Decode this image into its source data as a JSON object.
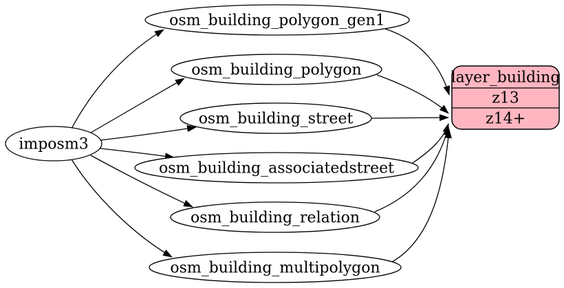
{
  "diagram": {
    "type": "graphviz-digraph",
    "background": "#ffffff",
    "colors": {
      "node_fill": "#ffffff",
      "node_stroke": "#000000",
      "edge": "#000000",
      "record_fill": "#ffb6c1",
      "text": "#000000"
    },
    "source_node": {
      "label": "imposm3"
    },
    "tables": [
      {
        "label": "osm_building_polygon_gen1"
      },
      {
        "label": "osm_building_polygon"
      },
      {
        "label": "osm_building_street"
      },
      {
        "label": "osm_building_associatedstreet"
      },
      {
        "label": "osm_building_relation"
      },
      {
        "label": "osm_building_multipolygon"
      }
    ],
    "layer_node": {
      "title": "layer_building",
      "rows": [
        {
          "label": "z13"
        },
        {
          "label": "z14+"
        }
      ]
    },
    "edges": [
      {
        "from": "imposm3",
        "to": "osm_building_polygon_gen1"
      },
      {
        "from": "imposm3",
        "to": "osm_building_polygon"
      },
      {
        "from": "imposm3",
        "to": "osm_building_street"
      },
      {
        "from": "imposm3",
        "to": "osm_building_associatedstreet"
      },
      {
        "from": "imposm3",
        "to": "osm_building_relation"
      },
      {
        "from": "imposm3",
        "to": "osm_building_multipolygon"
      },
      {
        "from": "osm_building_polygon_gen1",
        "to": "layer_building.z13"
      },
      {
        "from": "osm_building_polygon",
        "to": "layer_building.z14+"
      },
      {
        "from": "osm_building_street",
        "to": "layer_building.z14+"
      },
      {
        "from": "osm_building_associatedstreet",
        "to": "layer_building.z14+"
      },
      {
        "from": "osm_building_relation",
        "to": "layer_building.z14+"
      },
      {
        "from": "osm_building_multipolygon",
        "to": "layer_building.z14+"
      }
    ]
  }
}
